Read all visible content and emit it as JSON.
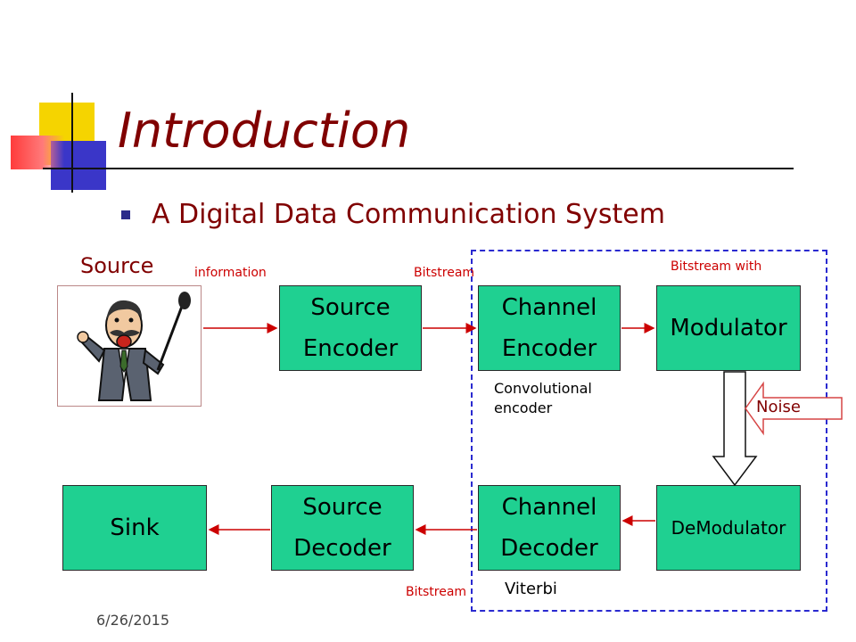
{
  "title": "Introduction",
  "bullet": "A Digital Data Communication System",
  "date": "6/26/2015",
  "labels": {
    "source": "Source",
    "information": "information",
    "bitstream_top": "Bitstream",
    "bitstream_with": "Bitstream with",
    "convolutional": "Convolutional\nencoder",
    "noise": "Noise",
    "viterbi": "Viterbi",
    "bitstream_bottom": "Bitstream"
  },
  "blocks": {
    "source_encoder": "Source\nEncoder",
    "channel_encoder": "Channel\nEncoder",
    "modulator": "Modulator",
    "sink": "Sink",
    "source_decoder": "Source\nDecoder",
    "channel_decoder": "Channel\nDecoder",
    "demodulator": "DeModulator"
  },
  "colors": {
    "block_fill": "#1fd091",
    "title": "#800000",
    "arrow": "#cc0000",
    "dashed_border": "#2a2ad0"
  },
  "icons": {
    "source_image": "singing-man-illustration"
  }
}
